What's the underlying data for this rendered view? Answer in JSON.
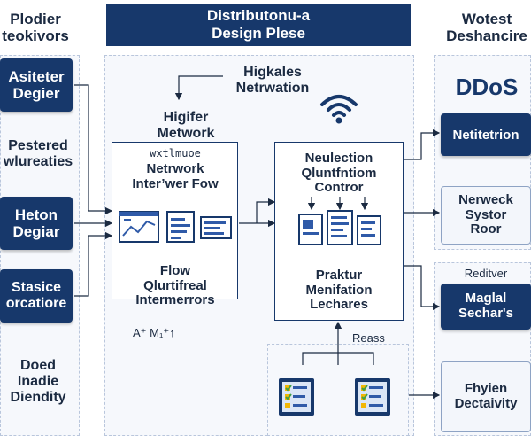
{
  "header": {
    "title_line1": "Distributonu-a",
    "title_line2": "Design Plese"
  },
  "left": {
    "heading": "Plodier\nteokivors",
    "items": [
      "Asiteter\nDegier",
      "Pestered\nwlureaties",
      "Heton\nDegiar",
      "Stasice\norcatiore",
      "Doed\nInadie\nDiendity"
    ]
  },
  "center": {
    "top_label": "Higkales\nNetrwation",
    "network_title": "Higifer\nMetwork",
    "network_sub": "wxtlmuoe",
    "network_main": "Netrwork\nInter’wer Fow",
    "flow_label": "Flow\nQlurtifreal\nIntermerrors",
    "formula": "A⁺ M₁⁺↑",
    "control_label": "Neulection\nQluntfntiom\nContror",
    "praktur_label": "Praktur\nMenifation\nLechares",
    "reass_label": "Reass"
  },
  "right": {
    "heading": "Wotest\nDeshancire",
    "ddos": "DDoS",
    "item1": "Netitetrion",
    "item2": "Nerweck\nSystor\nRoor",
    "sub_label": "Reditver",
    "item3": "Maglal\nSechar's",
    "item4": "Fhyien\nDectaivity"
  },
  "colors": {
    "navy": "#17386b",
    "panel_border": "#b9c6dc",
    "icon_blue": "#2f5aa8",
    "check_green": "#43a047",
    "check_yellow": "#f2b705"
  },
  "icons": {
    "wifi": "wifi-icon",
    "dashboards": "dashboard-icon",
    "documents": "document-icon",
    "checklists": "checklist-icon"
  }
}
